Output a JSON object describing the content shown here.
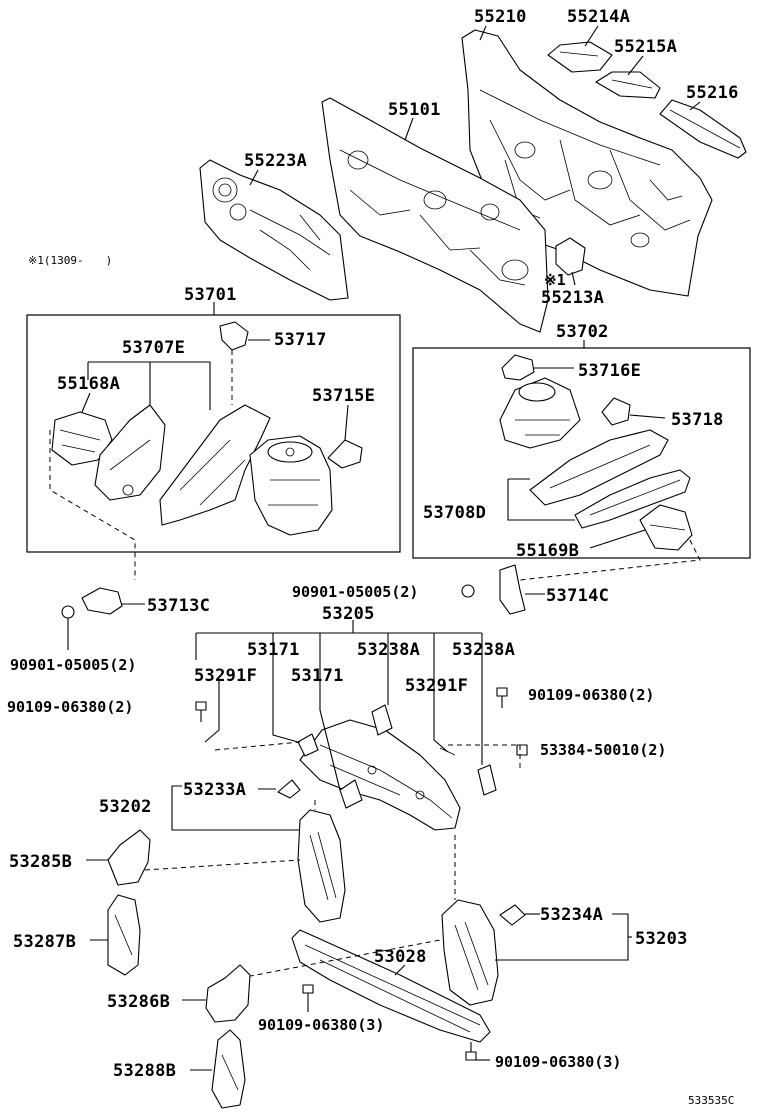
{
  "labels": {
    "p55210": "55210",
    "p55214A": "55214A",
    "p55215A": "55215A",
    "p55216": "55216",
    "p55101": "55101",
    "p55223A": "55223A",
    "note1": "※1(1309-　　)",
    "p55213A_mark": "※1",
    "p55213A": "55213A",
    "p53701": "53701",
    "p53702": "53702",
    "p53707E": "53707E",
    "p53717": "53717",
    "p55168A": "55168A",
    "p53715E": "53715E",
    "p53716E": "53716E",
    "p53718": "53718",
    "p53708D": "53708D",
    "p55169B": "55169B",
    "p90901_left": "90901-05005(2)",
    "p53713C": "53713C",
    "p90901_right": "90901-05005(2)",
    "p53714C": "53714C",
    "p53205": "53205",
    "p53171_a": "53171",
    "p53238A_a": "53238A",
    "p53238A_b": "53238A",
    "p53291F_a": "53291F",
    "p53171_b": "53171",
    "p53291F_b": "53291F",
    "p90109_left": "90109-06380(2)",
    "p90109_right": "90109-06380(2)",
    "p53384": "53384-50010(2)",
    "p53233A": "53233A",
    "p53202": "53202",
    "p53285B": "53285B",
    "p53287B": "53287B",
    "p53234A": "53234A",
    "p53203": "53203",
    "p53028": "53028",
    "p53286B": "53286B",
    "p90109_bottom_left": "90109-06380(3)",
    "p53288B": "53288B",
    "p90109_bottom_right": "90109-06380(3)",
    "figure_code": "533535C"
  }
}
